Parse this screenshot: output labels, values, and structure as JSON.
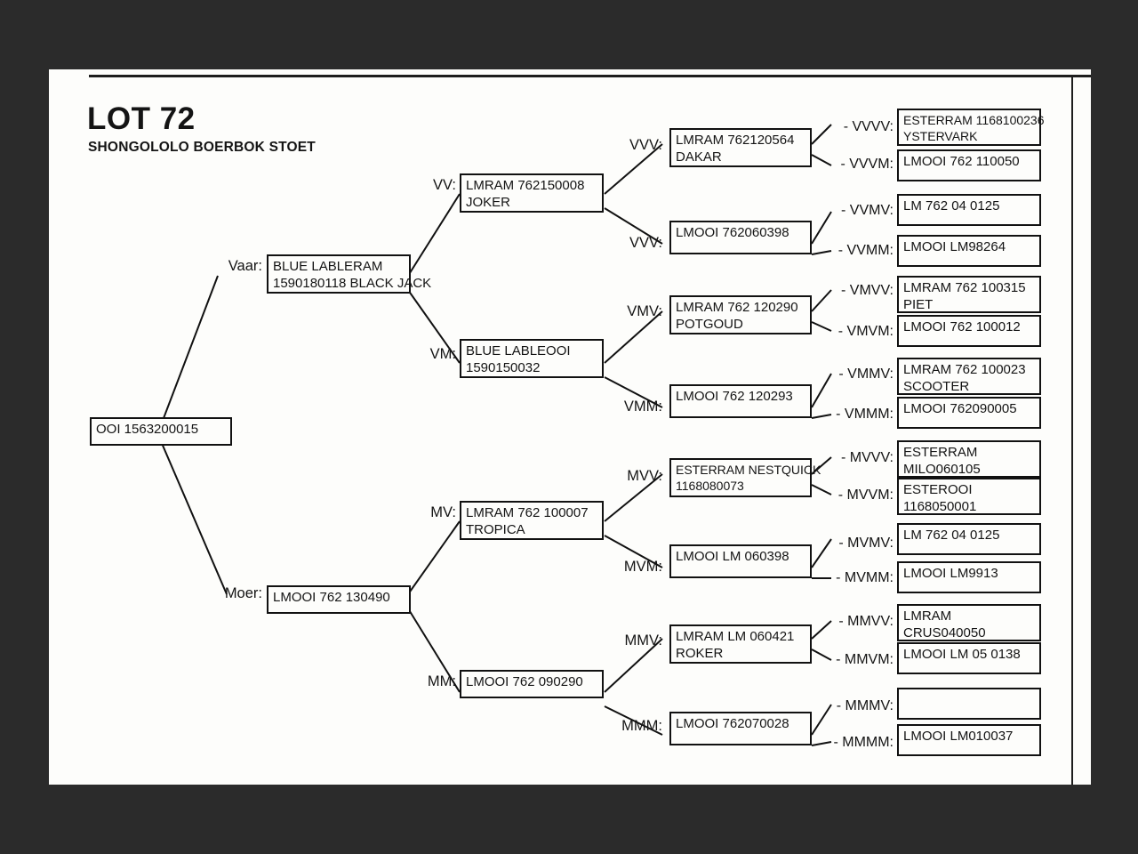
{
  "page": {
    "background_color": "#2b2b2b",
    "sheet_color": "#fdfdfb",
    "line_color": "#111111"
  },
  "header": {
    "lot_title": "LOT 72",
    "stud_name": "SHONGOLOLO BOERBOK STOET"
  },
  "pedigree": {
    "root": {
      "label": "",
      "line1": "OOI 1563200015",
      "line2": ""
    },
    "gen1": [
      {
        "label": "Vaar:",
        "line1": "BLUE LABLERAM",
        "line2": "1590180118 BLACK JACK"
      },
      {
        "label": "Moer:",
        "line1": "LMOOI 762 130490",
        "line2": ""
      }
    ],
    "gen2": [
      {
        "label": "VV:",
        "line1": "LMRAM 762150008",
        "line2": "JOKER"
      },
      {
        "label": "VM:",
        "line1": "BLUE LABLEOOI",
        "line2": "1590150032"
      },
      {
        "label": "MV:",
        "line1": "LMRAM 762 100007",
        "line2": "TROPICA"
      },
      {
        "label": "MM:",
        "line1": "LMOOI 762 090290",
        "line2": ""
      }
    ],
    "gen3": [
      {
        "label": "VVV:",
        "line1": "LMRAM 762120564",
        "line2": "DAKAR"
      },
      {
        "label": "VVV:",
        "line1": "LMOOI 762060398",
        "line2": ""
      },
      {
        "label": "VMV:",
        "line1": "LMRAM 762 120290",
        "line2": "POTGOUD"
      },
      {
        "label": "VMM:",
        "line1": "LMOOI 762 120293",
        "line2": ""
      },
      {
        "label": "MVV:",
        "line1": "ESTERRAM NESTQUICK",
        "line2": "1168080073"
      },
      {
        "label": "MVM:",
        "line1": "LMOOI LM 060398",
        "line2": ""
      },
      {
        "label": "MMV:",
        "line1": "LMRAM LM 060421",
        "line2": "ROKER"
      },
      {
        "label": "MMM:",
        "line1": "LMOOI 762070028",
        "line2": ""
      }
    ],
    "gen4": [
      {
        "label": "- VVVV:",
        "line1": "ESTERRAM 1168100236",
        "line2": "YSTERVARK"
      },
      {
        "label": "- VVVM:",
        "line1": "LMOOI 762 110050",
        "line2": ""
      },
      {
        "label": "- VVMV:",
        "line1": "LM 762 04 0125",
        "line2": ""
      },
      {
        "label": "- VVMM:",
        "line1": "LMOOI LM98264",
        "line2": ""
      },
      {
        "label": "- VMVV:",
        "line1": "LMRAM 762 100315",
        "line2": "PIET"
      },
      {
        "label": "- VMVM:",
        "line1": "LMOOI 762 100012",
        "line2": ""
      },
      {
        "label": "- VMMV:",
        "line1": "LMRAM 762 100023",
        "line2": "SCOOTER"
      },
      {
        "label": "- VMMM:",
        "line1": "LMOOI 762090005",
        "line2": ""
      },
      {
        "label": "- MVVV:",
        "line1": "ESTERRAM",
        "line2": "MILO060105"
      },
      {
        "label": "- MVVM:",
        "line1": "ESTEROOI",
        "line2": "1168050001"
      },
      {
        "label": "- MVMV:",
        "line1": "LM 762 04 0125",
        "line2": ""
      },
      {
        "label": "- MVMM:",
        "line1": "LMOOI LM9913",
        "line2": ""
      },
      {
        "label": "- MMVV:",
        "line1": "LMRAM",
        "line2": "CRUS040050"
      },
      {
        "label": "- MMVM:",
        "line1": "LMOOI LM 05 0138",
        "line2": ""
      },
      {
        "label": "- MMMV:",
        "line1": "",
        "line2": ""
      },
      {
        "label": "- MMMM:",
        "line1": "LMOOI LM010037",
        "line2": ""
      }
    ]
  }
}
